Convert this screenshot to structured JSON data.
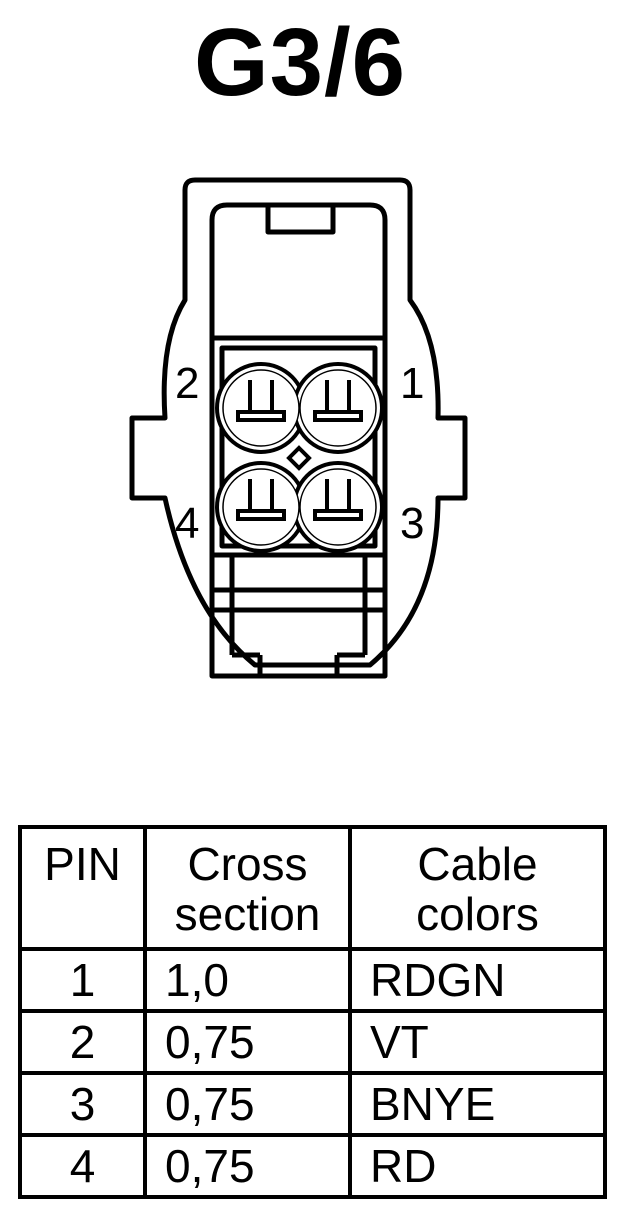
{
  "title": "G3/6",
  "connector": {
    "pin_labels": [
      "1",
      "2",
      "3",
      "4"
    ]
  },
  "table": {
    "headers": {
      "pin": [
        "PIN"
      ],
      "cross_section": [
        "Cross",
        "section"
      ],
      "cable_colors": [
        "Cable",
        "colors"
      ]
    },
    "rows": [
      {
        "pin": "1",
        "cross_section": "1,0",
        "cable_color": "RDGN"
      },
      {
        "pin": "2",
        "cross_section": "0,75",
        "cable_color": "VT"
      },
      {
        "pin": "3",
        "cross_section": "0,75",
        "cable_color": "BNYE"
      },
      {
        "pin": "4",
        "cross_section": "0,75",
        "cable_color": "RD"
      }
    ]
  }
}
